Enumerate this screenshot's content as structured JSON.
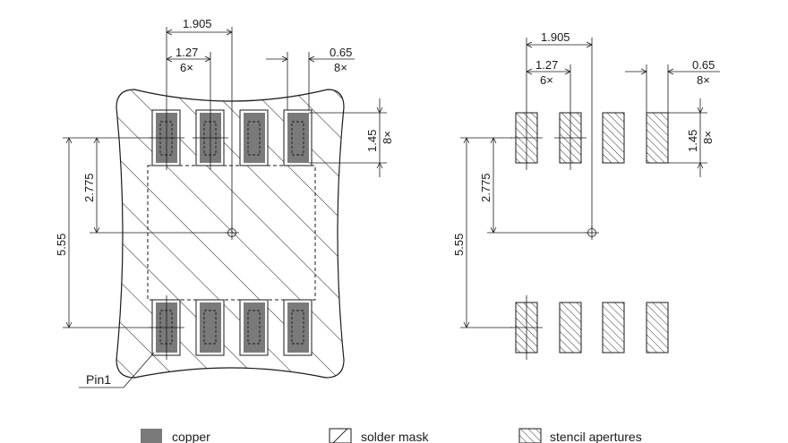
{
  "left_view": {
    "dim_pitch_total": "1.905",
    "dim_pitch": "1.27",
    "dim_pitch_count": "6×",
    "dim_pad_width": "0.65",
    "dim_pad_width_count": "8×",
    "dim_pad_height": "1.45",
    "dim_pad_height_count": "8×",
    "dim_half_height": "2.775",
    "dim_total_height": "5.55",
    "pin1_label": "Pin1"
  },
  "right_view": {
    "dim_pitch_total": "1.905",
    "dim_pitch": "1.27",
    "dim_pitch_count": "6×",
    "dim_pad_width": "0.65",
    "dim_pad_width_count": "8×",
    "dim_pad_height": "1.45",
    "dim_pad_height_count": "8×",
    "dim_half_height": "2.775",
    "dim_total_height": "5.55"
  },
  "legend": {
    "copper": "copper",
    "solder_mask": "solder mask",
    "stencil": "stencil apertures"
  },
  "colors": {
    "copper": "#7a7a7a",
    "line": "#1a1a1a"
  },
  "icons": [
    "center-mark-icon"
  ]
}
